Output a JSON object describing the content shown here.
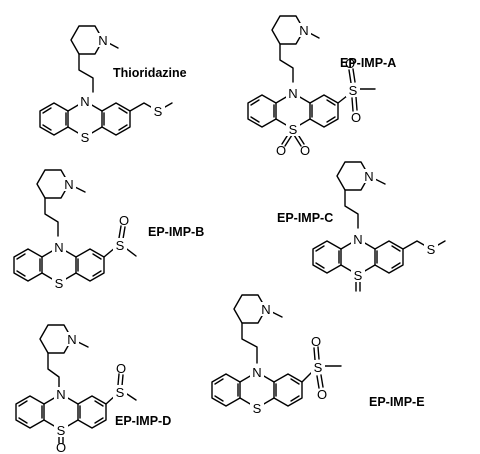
{
  "figure": {
    "background": "#ffffff",
    "ink": "#000000"
  },
  "compounds": [
    {
      "name": "Thioridazine",
      "atoms": {
        "piperidine_n": "N",
        "ring_n": "N",
        "ring_s": "S",
        "thioether_s": "S"
      }
    },
    {
      "name": "EP-IMP-A",
      "atoms": {
        "piperidine_n": "N",
        "ring_n": "N",
        "ring_s": "S",
        "ring_o1": "O",
        "ring_o2": "O",
        "sulfone_s": "S",
        "sulfone_o1": "O",
        "sulfone_o2": "O"
      }
    },
    {
      "name": "EP-IMP-B",
      "atoms": {
        "piperidine_n": "N",
        "ring_n": "N",
        "ring_s": "S",
        "sulfoxide_s": "S",
        "sulfoxide_o": "O"
      }
    },
    {
      "name": "EP-IMP-C",
      "atoms": {
        "piperidine_n": "N",
        "ring_n": "N",
        "ring_s": "S",
        "thioether_s": "S"
      }
    },
    {
      "name": "EP-IMP-D",
      "atoms": {
        "piperidine_n": "N",
        "ring_n": "N",
        "ring_s": "S",
        "ring_o": "O",
        "sulfoxide_s": "S",
        "sulfoxide_o": "O"
      }
    },
    {
      "name": "EP-IMP-E",
      "atoms": {
        "piperidine_n": "N",
        "ring_n": "N",
        "ring_s": "S",
        "sulfone_s": "S",
        "sulfone_o1": "O",
        "sulfone_o2": "O"
      }
    }
  ]
}
